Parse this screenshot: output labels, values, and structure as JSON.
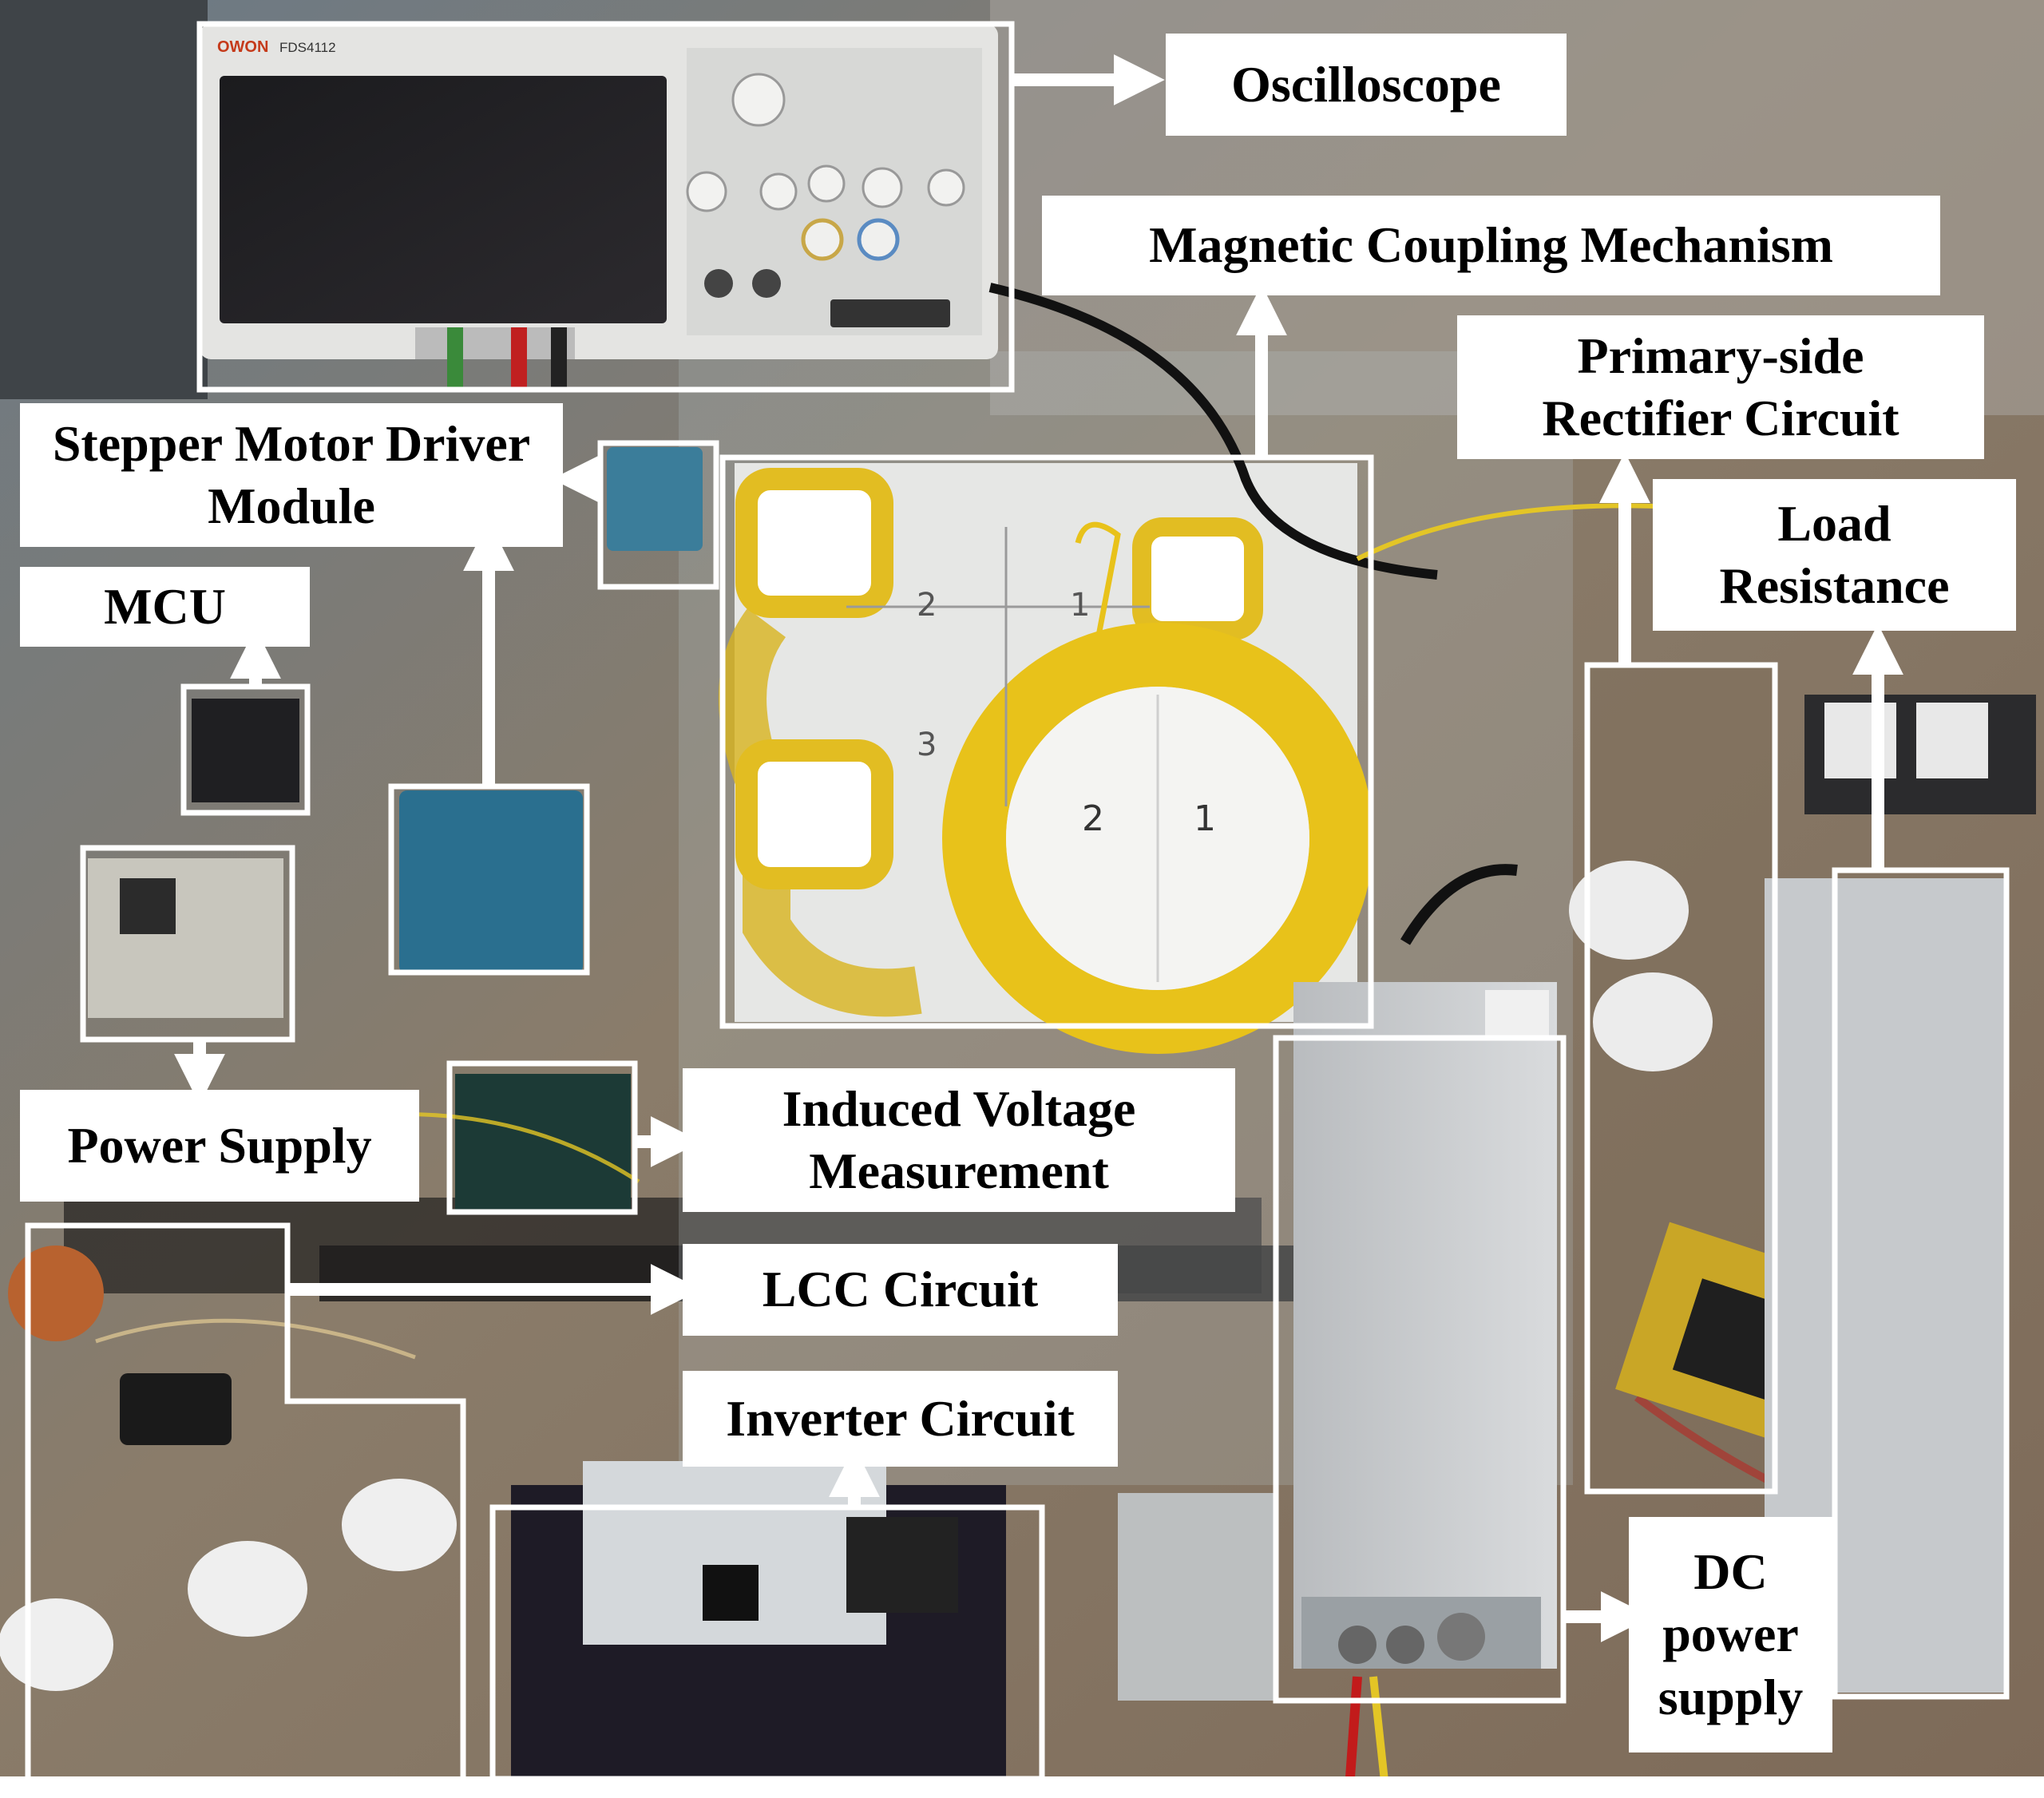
{
  "figure": {
    "labels": {
      "oscilloscope": "Oscilloscope",
      "magnetic_coupling": "Magnetic Coupling Mechanism",
      "primary_rectifier_1": "Primary-side",
      "primary_rectifier_2": "Rectifier Circuit",
      "load_1": "Load",
      "load_2": "Resistance",
      "stepper_1": "Stepper Motor Driver",
      "stepper_2": "Module",
      "mcu": "MCU",
      "power_supply": "Power Supply",
      "induced_1": "Induced Voltage",
      "induced_2": "Measurement",
      "lcc": "LCC Circuit",
      "inverter": "Inverter Circuit",
      "dc_1": "DC",
      "dc_2": "power",
      "dc_3": "supply"
    },
    "oscilloscope_screen_text": {
      "brand": "OWON",
      "model": "FDS4112",
      "coil_regions": [
        "1",
        "2",
        "3",
        "2",
        "1"
      ]
    },
    "colors": {
      "label_background": "#ffffff",
      "label_text": "#000000",
      "highlight_box": "#ffffff",
      "coil_wire": "#e8c21a"
    }
  }
}
